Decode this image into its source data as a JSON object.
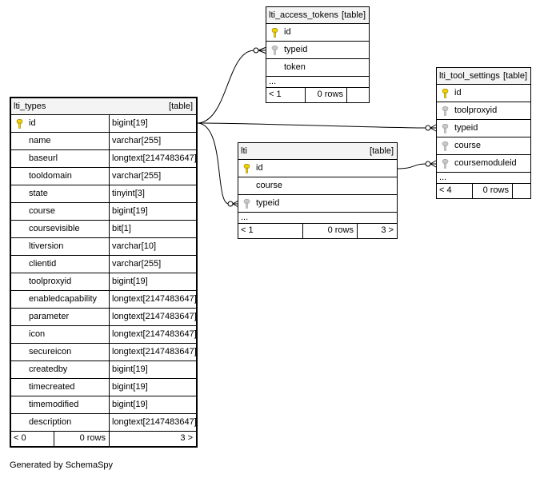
{
  "tables": {
    "lti_types": {
      "name": "lti_types",
      "tag": "[table]",
      "columns": [
        {
          "name": "id",
          "type": "bigint[19]",
          "key": "primary"
        },
        {
          "name": "name",
          "type": "varchar[255]",
          "key": "none"
        },
        {
          "name": "baseurl",
          "type": "longtext[2147483647]",
          "key": "none"
        },
        {
          "name": "tooldomain",
          "type": "varchar[255]",
          "key": "none"
        },
        {
          "name": "state",
          "type": "tinyint[3]",
          "key": "none"
        },
        {
          "name": "course",
          "type": "bigint[19]",
          "key": "none"
        },
        {
          "name": "coursevisible",
          "type": "bit[1]",
          "key": "none"
        },
        {
          "name": "ltiversion",
          "type": "varchar[10]",
          "key": "none"
        },
        {
          "name": "clientid",
          "type": "varchar[255]",
          "key": "none"
        },
        {
          "name": "toolproxyid",
          "type": "bigint[19]",
          "key": "none"
        },
        {
          "name": "enabledcapability",
          "type": "longtext[2147483647]",
          "key": "none"
        },
        {
          "name": "parameter",
          "type": "longtext[2147483647]",
          "key": "none"
        },
        {
          "name": "icon",
          "type": "longtext[2147483647]",
          "key": "none"
        },
        {
          "name": "secureicon",
          "type": "longtext[2147483647]",
          "key": "none"
        },
        {
          "name": "createdby",
          "type": "bigint[19]",
          "key": "none"
        },
        {
          "name": "timecreated",
          "type": "bigint[19]",
          "key": "none"
        },
        {
          "name": "timemodified",
          "type": "bigint[19]",
          "key": "none"
        },
        {
          "name": "description",
          "type": "longtext[2147483647]",
          "key": "none"
        }
      ],
      "footer": {
        "parents": "< 0",
        "rows": "0 rows",
        "children": "3 >"
      }
    },
    "lti_access_tokens": {
      "name": "lti_access_tokens",
      "tag": "[table]",
      "columns": [
        {
          "name": "id",
          "key": "primary"
        },
        {
          "name": "typeid",
          "key": "foreign"
        },
        {
          "name": "token",
          "key": "none"
        }
      ],
      "ellipsis": "...",
      "footer": {
        "parents": "< 1",
        "rows": "0 rows"
      }
    },
    "lti_tool_settings": {
      "name": "lti_tool_settings",
      "tag": "[table]",
      "columns": [
        {
          "name": "id",
          "key": "primary"
        },
        {
          "name": "toolproxyid",
          "key": "foreign"
        },
        {
          "name": "typeid",
          "key": "foreign"
        },
        {
          "name": "course",
          "key": "foreign"
        },
        {
          "name": "coursemoduleid",
          "key": "foreign"
        }
      ],
      "ellipsis": "...",
      "footer": {
        "parents": "< 4",
        "rows": "0 rows"
      }
    },
    "lti": {
      "name": "lti",
      "tag": "[table]",
      "columns": [
        {
          "name": "id",
          "key": "primary"
        },
        {
          "name": "course",
          "key": "none"
        },
        {
          "name": "typeid",
          "key": "foreign"
        }
      ],
      "ellipsis": "...",
      "footer": {
        "parents": "< 1",
        "rows": "0 rows",
        "children": "3 >"
      }
    }
  },
  "colors": {
    "primary_key": "#f2d300",
    "foreign_key": "#c8c8c8",
    "header_bg": "#f4f4f4",
    "line": "#000000"
  },
  "credit": "Generated by SchemaSpy"
}
